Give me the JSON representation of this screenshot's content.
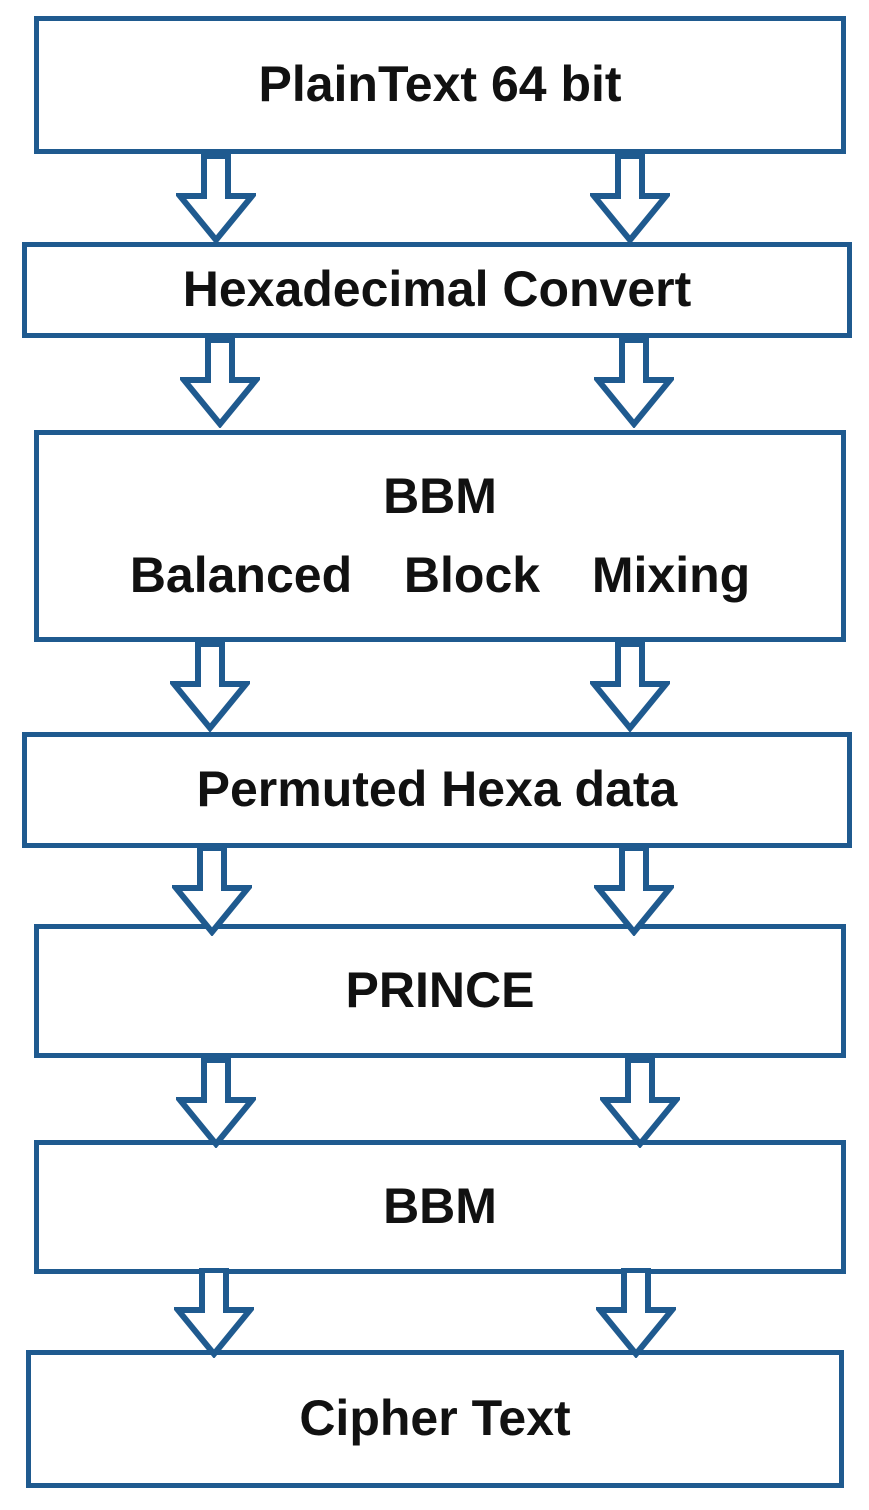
{
  "diagram": {
    "accent_color": "#1f5a8f",
    "arrow_icon": "hollow-down-arrow-icon",
    "steps": [
      {
        "lines": [
          "PlainText 64 bit"
        ]
      },
      {
        "lines": [
          "Hexadecimal Convert"
        ]
      },
      {
        "lines": [
          "BBM",
          "Balanced  Block  Mixing"
        ]
      },
      {
        "lines": [
          "Permuted Hexa data"
        ]
      },
      {
        "lines": [
          "PRINCE"
        ]
      },
      {
        "lines": [
          "BBM"
        ]
      },
      {
        "lines": [
          "Cipher Text"
        ]
      }
    ]
  }
}
